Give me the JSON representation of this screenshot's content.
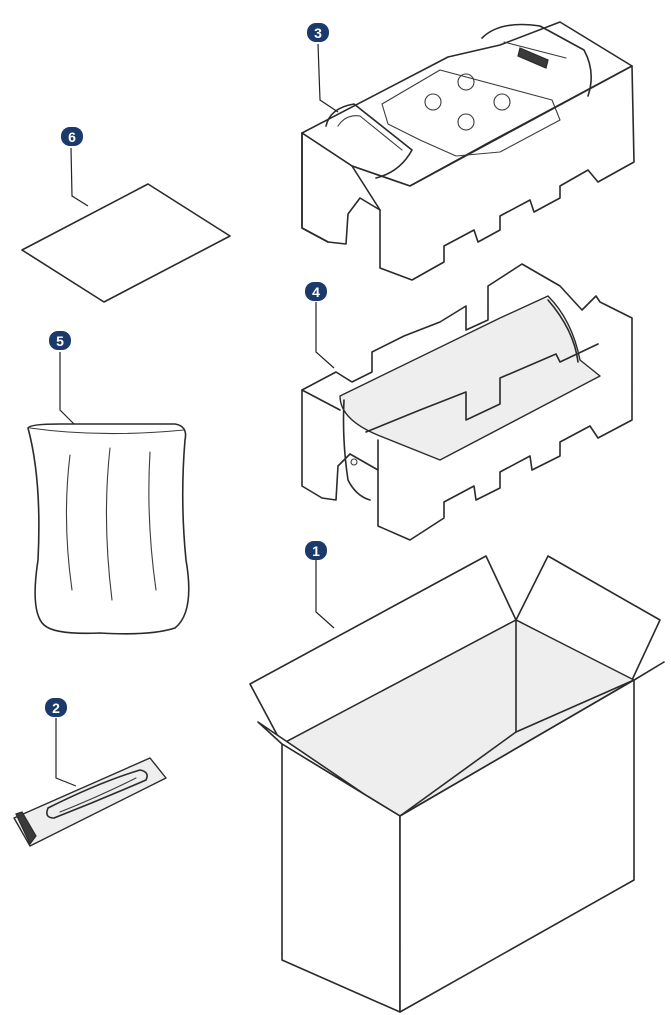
{
  "colors": {
    "badge": "#1b3a6b",
    "badge_text": "#ffffff",
    "line": "#2a2a2a"
  },
  "callouts": [
    {
      "id": "1",
      "label": "1"
    },
    {
      "id": "2",
      "label": "2"
    },
    {
      "id": "3",
      "label": "3"
    },
    {
      "id": "4",
      "label": "4"
    },
    {
      "id": "5",
      "label": "5"
    },
    {
      "id": "6",
      "label": "6"
    }
  ]
}
